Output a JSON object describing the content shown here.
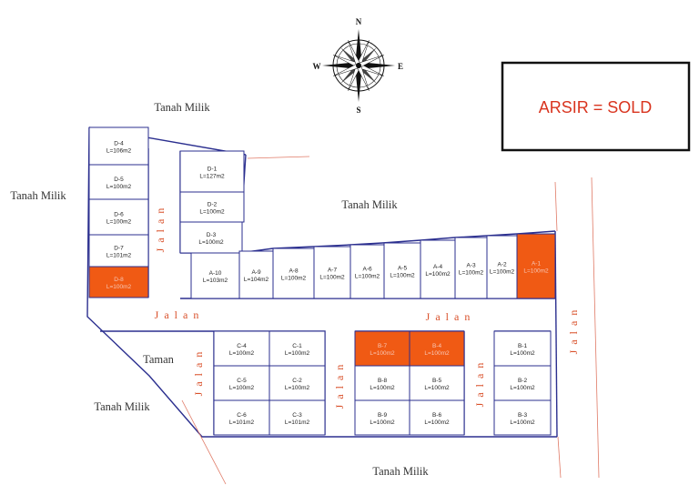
{
  "legend": {
    "text": "ARSIR = SOLD"
  },
  "compass": {
    "n": "N",
    "e": "E",
    "s": "S",
    "w": "W"
  },
  "areas": {
    "tanah_milik": "Tanah Milik",
    "taman": "Taman",
    "jalan": "Jalan"
  },
  "colors": {
    "sold": "#f05a14",
    "outline": "#2b2f8f",
    "road_text": "#d9502a",
    "legend_text": "#d9341f"
  },
  "lots": [
    {
      "id": "D-4",
      "area": "L=106m2",
      "sold": false
    },
    {
      "id": "D-5",
      "area": "L=100m2",
      "sold": false
    },
    {
      "id": "D-6",
      "area": "L=100m2",
      "sold": false
    },
    {
      "id": "D-7",
      "area": "L=101m2",
      "sold": false
    },
    {
      "id": "D-8",
      "area": "L=100m2",
      "sold": true
    },
    {
      "id": "D-1",
      "area": "L=127m2",
      "sold": false
    },
    {
      "id": "D-2",
      "area": "L=100m2",
      "sold": false
    },
    {
      "id": "D-3",
      "area": "L=100m2",
      "sold": false
    },
    {
      "id": "A-10",
      "area": "L=103m2",
      "sold": false
    },
    {
      "id": "A-9",
      "area": "L=104m2",
      "sold": false
    },
    {
      "id": "A-8",
      "area": "L=100m2",
      "sold": false
    },
    {
      "id": "A-7",
      "area": "L=100m2",
      "sold": false
    },
    {
      "id": "A-6",
      "area": "L=100m2",
      "sold": false
    },
    {
      "id": "A-5",
      "area": "L=100m2",
      "sold": false
    },
    {
      "id": "A-4",
      "area": "L=100m2",
      "sold": false
    },
    {
      "id": "A-3",
      "area": "L=100m2",
      "sold": false
    },
    {
      "id": "A-2",
      "area": "L=100m2",
      "sold": false
    },
    {
      "id": "A-1",
      "area": "L=100m2",
      "sold": true
    },
    {
      "id": "C-4",
      "area": "L=100m2",
      "sold": false
    },
    {
      "id": "C-1",
      "area": "L=100m2",
      "sold": false
    },
    {
      "id": "C-5",
      "area": "L=100m2",
      "sold": false
    },
    {
      "id": "C-2",
      "area": "L=100m2",
      "sold": false
    },
    {
      "id": "C-6",
      "area": "L=101m2",
      "sold": false
    },
    {
      "id": "C-3",
      "area": "L=101m2",
      "sold": false
    },
    {
      "id": "B-7",
      "area": "L=100m2",
      "sold": true
    },
    {
      "id": "B-4",
      "area": "L=100m2",
      "sold": true
    },
    {
      "id": "B-8",
      "area": "L=100m2",
      "sold": false
    },
    {
      "id": "B-5",
      "area": "L=100m2",
      "sold": false
    },
    {
      "id": "B-9",
      "area": "L=100m2",
      "sold": false
    },
    {
      "id": "B-6",
      "area": "L=100m2",
      "sold": false
    },
    {
      "id": "B-1",
      "area": "L=100m2",
      "sold": false
    },
    {
      "id": "B-2",
      "area": "L=100m2",
      "sold": false
    },
    {
      "id": "B-3",
      "area": "L=100m2",
      "sold": false
    }
  ]
}
